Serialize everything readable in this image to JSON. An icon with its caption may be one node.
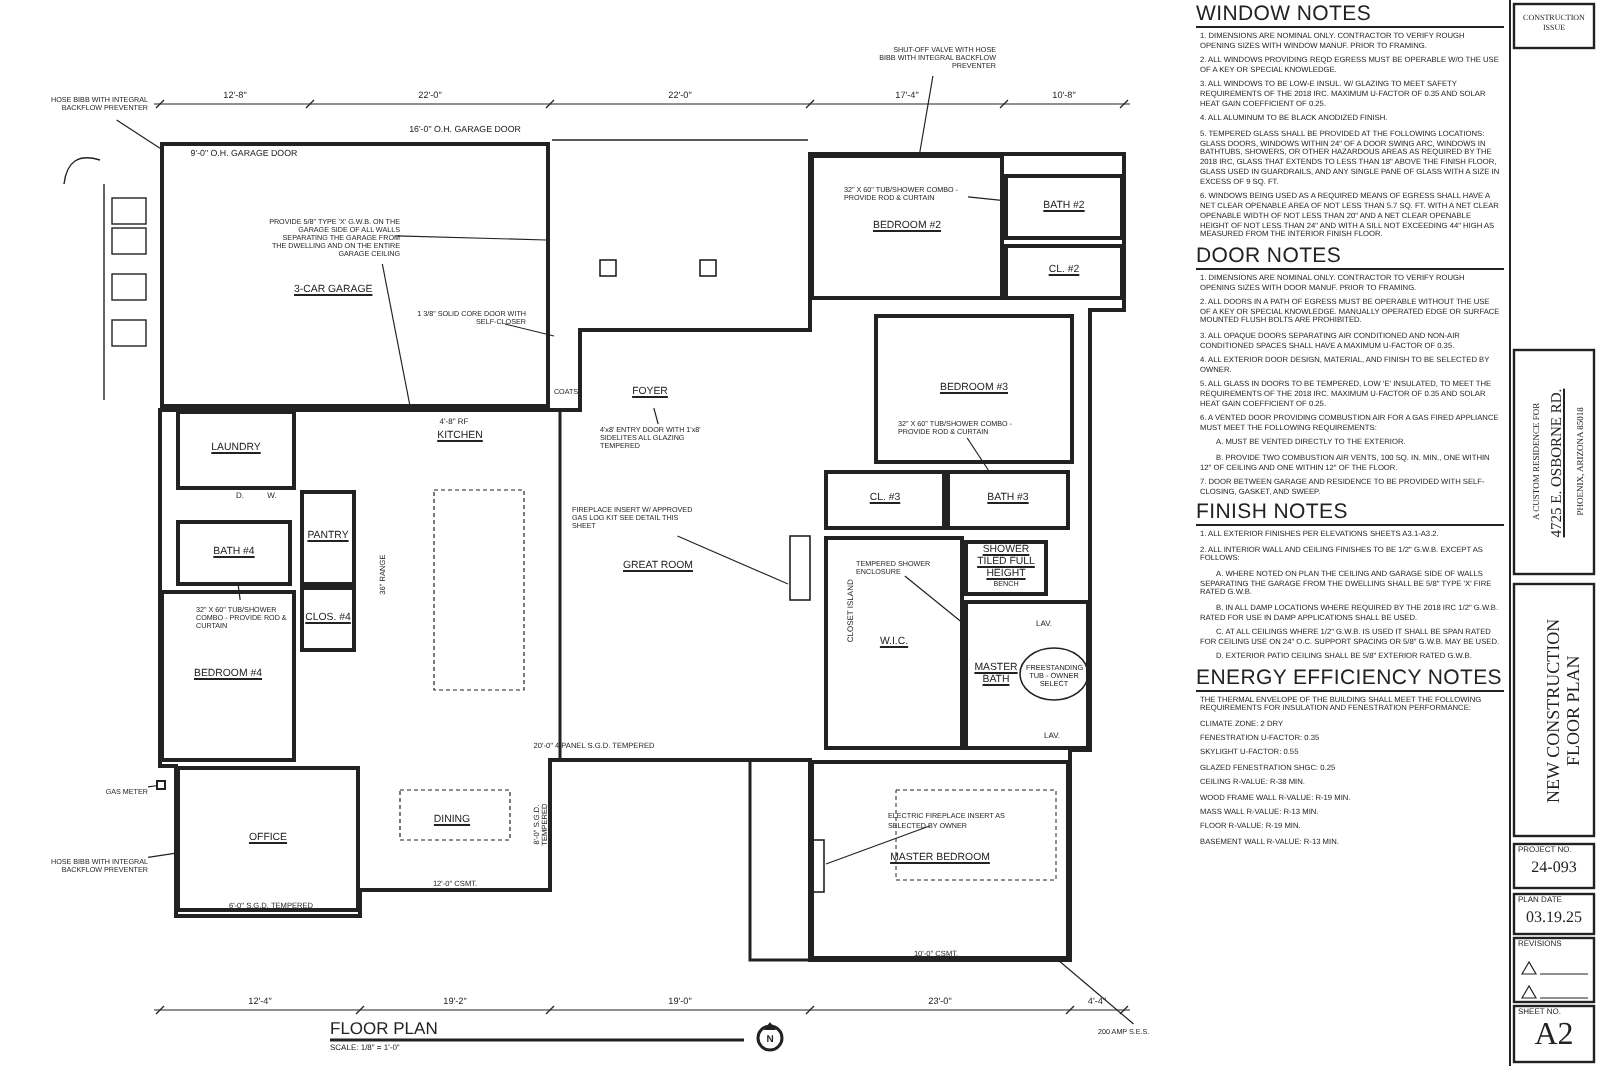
{
  "diagram": {
    "nodes": [
      {
        "text": [
          "3-CAR GARAGE"
        ]
      },
      {
        "text": [
          "LAUNDRY"
        ]
      },
      {
        "text": [
          "PANTRY"
        ]
      },
      {
        "text": [
          "BATH #4"
        ]
      },
      {
        "text": [
          "CLOS. #4"
        ]
      },
      {
        "text": [
          "KITCHEN"
        ]
      },
      {
        "text": [
          "BEDROOM #4"
        ]
      },
      {
        "text": [
          "OFFICE"
        ]
      },
      {
        "text": [
          "DINING"
        ]
      },
      {
        "text": [
          "FOYER"
        ]
      },
      {
        "text": [
          "GREAT ROOM"
        ]
      },
      {
        "text": [
          "BEDROOM #2"
        ]
      },
      {
        "text": [
          "BATH #2"
        ]
      },
      {
        "text": [
          "CL. #2"
        ]
      },
      {
        "text": [
          "BEDROOM #3"
        ]
      },
      {
        "text": [
          "CL. #3"
        ]
      },
      {
        "text": [
          "BATH #3"
        ]
      },
      {
        "text": [
          "W.I.C."
        ]
      },
      {
        "text": [
          "SHOWER TILED FULL HEIGHT",
          "BENCH"
        ]
      },
      {
        "text": [
          "MASTER BATH"
        ]
      },
      {
        "text": [
          "MASTER BEDROOM"
        ]
      },
      {
        "text": [
          "HOSE BIBB WITH INTEGRAL BACKFLOW PREVENTER"
        ]
      },
      {
        "text": [
          "PROVIDE 5/8\" TYPE 'X' G.W.B. ON THE GARAGE SIDE OF ALL WALLS SEPARATING THE GARAGE FROM THE DWELLING AND ON THE ENTIRE GARAGE CEILING"
        ],
        "in": 0
      },
      {
        "text": [
          "1 3/8\" SOLID CORE DOOR WITH SELF-CLOSER"
        ],
        "in": 0
      },
      {
        "text": [
          "SHUT-OFF VALVE WITH HOSE BIBB WITH INTEGRAL BACKFLOW PREVENTER"
        ]
      },
      {
        "text": [
          "32\" X 60\" TUB/SHOWER COMBO - PROVIDE ROD & CURTAIN"
        ],
        "in": 11
      },
      {
        "text": [
          "32\" X 60\" TUB/SHOWER COMBO - PROVIDE ROD & CURTAIN"
        ],
        "in": 14
      },
      {
        "text": [
          "32\" X 60\" TUB/SHOWER COMBO - PROVIDE ROD & CURTAIN"
        ],
        "in": 6
      },
      {
        "text": [
          "4'x8' ENTRY DOOR WITH 1'x8' SIDELITES ALL GLAZING TEMPERED"
        ]
      },
      {
        "text": [
          "FIREPLACE INSERT W/ APPROVED GAS LOG KIT SEE DETAIL THIS SHEET"
        ]
      },
      {
        "text": [
          "TEMPERED SHOWER ENCLOSURE"
        ],
        "in": 17
      },
      {
        "text": [
          "ELECTRIC FIREPLACE INSERT AS SELECTED BY OWNER"
        ],
        "in": 20
      },
      {
        "text": [
          "GAS METER"
        ]
      },
      {
        "text": [
          "HOSE BIBB WITH INTEGRAL BACKFLOW PREVENTER"
        ]
      },
      {
        "text": [
          "200 AMP S.E.S."
        ]
      },
      {
        "text": [],
        "shape": "box"
      }
    ],
    "edges": [
      {
        "from": 21,
        "to": 0,
        "arrow": "none"
      },
      {
        "from": 22,
        "to": null,
        "arrow": "none"
      },
      {
        "from": 22,
        "to": null,
        "arrow": "none"
      },
      {
        "from": 23,
        "to": null,
        "arrow": "none"
      },
      {
        "from": 24,
        "to": 11,
        "arrow": "none"
      },
      {
        "from": 25,
        "to": 12,
        "arrow": "none"
      },
      {
        "from": 26,
        "to": 16,
        "arrow": "none"
      },
      {
        "from": 27,
        "to": 3,
        "arrow": "none"
      },
      {
        "from": 28,
        "to": 9,
        "arrow": "none"
      },
      {
        "from": 29,
        "to": null,
        "arrow": "none"
      },
      {
        "from": 30,
        "to": 19,
        "arrow": "none"
      },
      {
        "from": 31,
        "to": null,
        "arrow": "none"
      },
      {
        "from": 32,
        "to": 35,
        "arrow": "none"
      },
      {
        "from": 33,
        "to": 7,
        "arrow": "none"
      },
      {
        "from": 34,
        "to": 20,
        "arrow": "none"
      }
    ],
    "labels": [
      "12'-8\"",
      "22'-0\"",
      "22'-0\"",
      "17'-4\"",
      "10'-8\"",
      "9'-0\" O.H. GARAGE DOOR",
      "16'-0\" O.H. GARAGE DOOR",
      "4'-8\" RF",
      "COATS",
      "D.",
      "W.",
      "36\" RANGE",
      "CLOSET ISLAND",
      "LAV.",
      "FREESTANDING TUB - OWNER SELECT",
      "LAV.",
      "8'-0\" S.G.D. TEMPERED",
      "20'-0\" 4 PANEL S.G.D. TEMPERED",
      "6'-0\" S.G.D. TEMPERED",
      "12'-0\" CSMT.",
      "10'-0\" CSMT.",
      "12'-4\"",
      "19'-2\"",
      "19'-0\"",
      "23'-0\"",
      "4'-4\"",
      "FLOOR PLAN",
      "SCALE: 1/8\" = 1'-0\"",
      "N",
      "CONSTRUCTION ISSUE",
      "A CUSTOM RESIDENCE FOR",
      "4725 E. OSBORNE RD.",
      "PHOENIX, ARIZONA 85018",
      "NEW CONSTRUCTION FLOOR PLAN",
      "PROJECT NO.",
      "24-093",
      "PLAN DATE",
      "03.19.25",
      "REVISIONS",
      "SHEET NO.",
      "A2",
      "WINDOW NOTES",
      "1. DIMENSIONS ARE NOMINAL ONLY. CONTRACTOR TO VERIFY ROUGH OPENING SIZES WITH WINDOW MANUF. PRIOR TO FRAMING.",
      "2. ALL WINDOWS PROVIDING REQD EGRESS MUST BE OPERABLE W/O THE USE OF A KEY OR SPECIAL KNOWLEDGE.",
      "3. ALL WINDOWS TO BE LOW-E INSUL. W/ GLAZING TO MEET SAFETY REQUIREMENTS OF THE 2018 IRC. MAXIMUM U-FACTOR OF 0.35 AND SOLAR HEAT GAIN COEFFICIENT OF 0.25.",
      "4. ALL ALUMINUM TO BE BLACK ANODIZED FINISH.",
      "5. TEMPERED GLASS SHALL BE PROVIDED AT THE FOLLOWING LOCATIONS: GLASS DOORS, WINDOWS WITHIN 24\" OF A DOOR SWING ARC, WINDOWS IN BATHTUBS, SHOWERS, OR OTHER HAZARDOUS AREAS AS REQUIRED BY THE 2018 IRC, GLASS THAT EXTENDS TO LESS THAN 18\" ABOVE THE FINISH FLOOR, GLASS USED IN GUARDRAILS, AND ANY SINGLE PANE OF GLASS WITH A SIZE IN EXCESS OF 9 SQ. FT.",
      "6. WINDOWS BEING USED AS A REQUIRED MEANS OF EGRESS SHALL HAVE A NET CLEAR OPENABLE AREA OF NOT LESS THAN 5.7 SQ. FT. WITH A NET CLEAR OPENABLE WIDTH OF NOT LESS THAN 20\" AND A NET CLEAR OPENABLE HEIGHT OF NOT LESS THAN 24\" AND WITH A SILL NOT EXCEEDING 44\" HIGH AS MEASURED FROM THE INTERIOR FINISH FLOOR.",
      "DOOR NOTES",
      "1. DIMENSIONS ARE NOMINAL ONLY. CONTRACTOR TO VERIFY ROUGH OPENING SIZES WITH DOOR MANUF. PRIOR TO FRAMING.",
      "2. ALL DOORS IN A PATH OF EGRESS MUST BE OPERABLE WITHOUT THE USE OF A KEY OR SPECIAL KNOWLEDGE. MANUALLY OPERATED EDGE OR SURFACE MOUNTED FLUSH BOLTS ARE PROHIBITED.",
      "3. ALL OPAQUE DOORS SEPARATING AIR CONDITIONED AND NON-AIR CONDITIONED SPACES SHALL HAVE A MAXIMUM U-FACTOR OF 0.35.",
      "4. ALL EXTERIOR DOOR DESIGN, MATERIAL, AND FINISH TO BE SELECTED BY OWNER.",
      "5. ALL GLASS IN DOORS TO BE TEMPERED, LOW 'E' INSULATED, TO MEET THE REQUIREMENTS OF THE 2018 IRC. MAXIMUM U-FACTOR OF 0.35 AND SOLAR HEAT GAIN COEFFICIENT OF 0.25.",
      "6. A VENTED DOOR PROVIDING COMBUSTION AIR FOR A GAS FIRED APPLIANCE MUST MEET THE FOLLOWING REQUIREMENTS:",
      "A. MUST BE VENTED DIRECTLY TO THE EXTERIOR.",
      "B. PROVIDE TWO COMBUSTION AIR VENTS, 100 SQ. IN. MIN., ONE WITHIN 12\" OF CEILING AND ONE WITHIN 12\" OF THE FLOOR.",
      "7. DOOR BETWEEN GARAGE AND RESIDENCE TO BE PROVIDED WITH SELF-CLOSING, GASKET, AND SWEEP.",
      "FINISH NOTES",
      "1. ALL EXTERIOR FINISHES PER ELEVATIONS SHEETS A3.1-A3.2.",
      "2. ALL INTERIOR WALL AND CEILING FINISHES TO BE 1/2\" G.W.B. EXCEPT AS FOLLOWS:",
      "A. WHERE NOTED ON PLAN THE CEILING AND GARAGE SIDE OF WALLS SEPARATING THE GARAGE FROM THE DWELLING SHALL BE 5/8\" TYPE 'X' FIRE RATED G.W.B.",
      "B. IN ALL DAMP LOCATIONS WHERE REQUIRED BY THE 2018 IRC 1/2\" G.W.B. RATED FOR USE IN DAMP APPLICATIONS SHALL BE USED.",
      "C. AT ALL CEILINGS WHERE 1/2\" G.W.B. IS USED IT SHALL BE SPAN RATED FOR CEILING USE ON 24\" O.C. SUPPORT SPACING OR 5/8\" G.W.B. MAY BE USED.",
      "D. EXTERIOR PATIO CEILING SHALL BE 5/8\" EXTERIOR RATED G.W.B.",
      "ENERGY EFFICIENCY NOTES",
      "THE THERMAL ENVELOPE OF THE BUILDING SHALL MEET THE FOLLOWING REQUIREMENTS FOR INSULATION AND FENESTRATION PERFORMANCE:",
      "CLIMATE ZONE: 2 DRY",
      "FENESTRATION U-FACTOR: 0.35",
      "SKYLIGHT U-FACTOR: 0.55",
      "GLAZED FENESTRATION SHGC: 0.25",
      "CEILING R-VALUE: R-38 MIN.",
      "WOOD FRAME WALL R-VALUE: R-19 MIN.",
      "MASS WALL R-VALUE: R-13 MIN.",
      "FLOOR R-VALUE: R-19 MIN.",
      "BASEMENT WALL R-VALUE: R-13 MIN."
    ]
  }
}
